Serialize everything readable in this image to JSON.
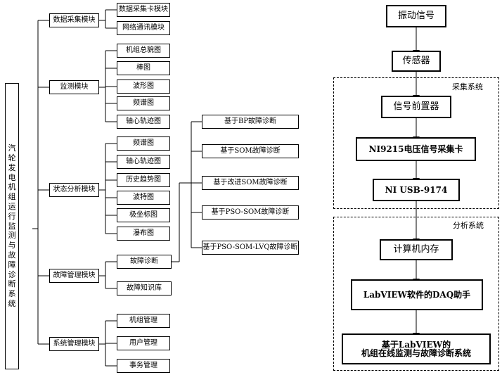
{
  "tree": {
    "root": "汽轮发电机组运行监测与故障诊断系统",
    "modules": [
      {
        "label": "数据采集模块",
        "children": [
          "数据采集卡模块",
          "网络通讯模块"
        ]
      },
      {
        "label": "监测模块",
        "children": [
          "机组总貌图",
          "棒图",
          "波形图",
          "频谱图",
          "轴心轨迹图"
        ]
      },
      {
        "label": "状态分析模块",
        "children": [
          "频谱图",
          "轴心轨迹图",
          "历史趋势图",
          "波特图",
          "极坐标图",
          "瀑布图"
        ]
      },
      {
        "label": "故障管理模块",
        "children": [
          "故障诊断",
          "故障知识库"
        ]
      },
      {
        "label": "系统管理模块",
        "children": [
          "机组管理",
          "用户管理",
          "事务管理"
        ]
      }
    ],
    "diagnosis": [
      "基于BP故障诊断",
      "基于SOM故障诊断",
      "基于改进SOM故障诊断",
      "基于PSO-SOM故障诊断",
      "基于PSO-SOM-LVQ故障诊断"
    ]
  },
  "flow": {
    "steps": [
      "振动信号",
      "传感器",
      "信号前置器",
      "NI9215电压信号采集卡",
      "NI  USB-9174",
      "计算机内存",
      "LabVIEW软件的DAQ助手"
    ],
    "final_line1": "基于LabVIEW的",
    "final_line2": "机组在线监测与故障诊断系统",
    "group1_label": "采集系统",
    "group2_label": "分析系统"
  }
}
